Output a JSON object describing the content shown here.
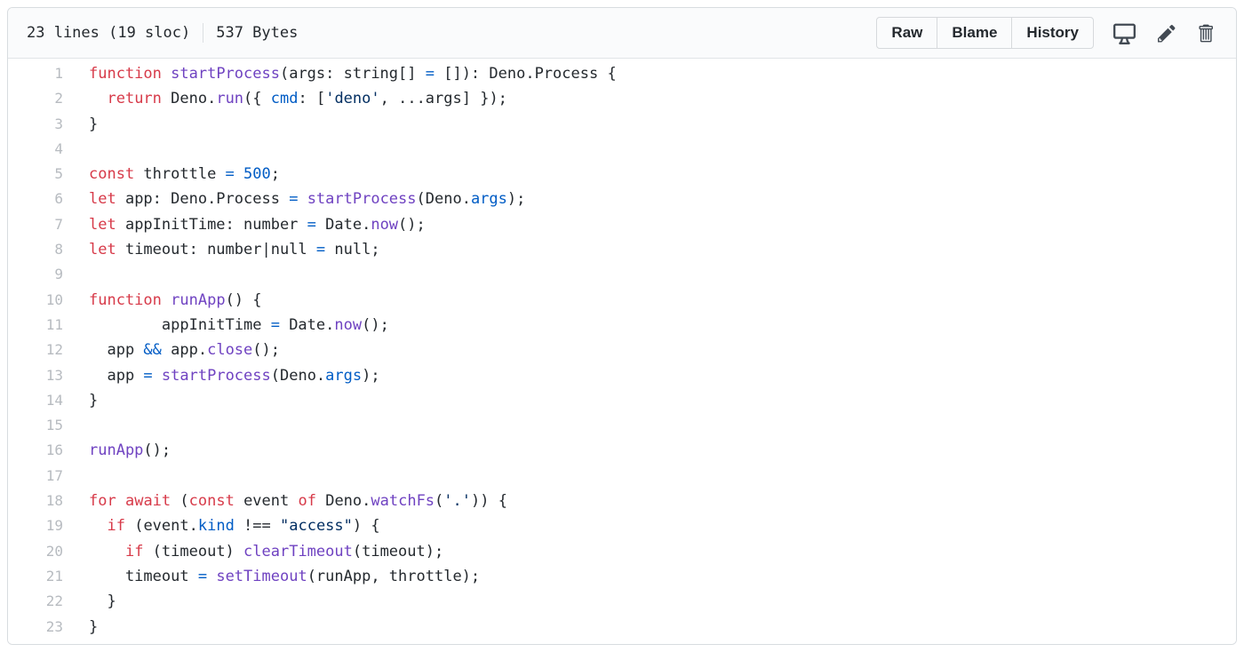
{
  "header": {
    "lines_info": "23 lines (19 sloc)",
    "file_size": "537 Bytes",
    "buttons": [
      {
        "label": "Raw"
      },
      {
        "label": "Blame"
      },
      {
        "label": "History"
      }
    ],
    "icon_buttons": [
      {
        "icon": "display-icon"
      },
      {
        "icon": "pencil-icon"
      },
      {
        "icon": "trash-icon"
      }
    ]
  },
  "colors": {
    "keyword": "#d73a49",
    "function": "#6f42c1",
    "constant": "#005cc5",
    "string": "#032f62",
    "text": "#24292e",
    "line_number": "#b7bbc0",
    "icon": "#424a53",
    "header_bg": "#fafbfc",
    "border": "#e1e4e8"
  },
  "code": {
    "language": "typescript",
    "lines": [
      {
        "n": 1,
        "tokens": [
          [
            "k",
            "function"
          ],
          [
            "p",
            " "
          ],
          [
            "f",
            "startProcess"
          ],
          [
            "p",
            "(args: string[] "
          ],
          [
            "c",
            "="
          ],
          [
            "p",
            " []): Deno.Process {"
          ]
        ]
      },
      {
        "n": 2,
        "tokens": [
          [
            "p",
            "  "
          ],
          [
            "k",
            "return"
          ],
          [
            "p",
            " Deno."
          ],
          [
            "f",
            "run"
          ],
          [
            "p",
            "({ "
          ],
          [
            "c",
            "cmd"
          ],
          [
            "p",
            ": ["
          ],
          [
            "s",
            "'deno'"
          ],
          [
            "p",
            ", ...args] });"
          ]
        ]
      },
      {
        "n": 3,
        "tokens": [
          [
            "p",
            "}"
          ]
        ]
      },
      {
        "n": 4,
        "tokens": []
      },
      {
        "n": 5,
        "tokens": [
          [
            "k",
            "const"
          ],
          [
            "p",
            " throttle "
          ],
          [
            "c",
            "="
          ],
          [
            "p",
            " "
          ],
          [
            "c",
            "500"
          ],
          [
            "p",
            ";"
          ]
        ]
      },
      {
        "n": 6,
        "tokens": [
          [
            "k",
            "let"
          ],
          [
            "p",
            " app: Deno.Process "
          ],
          [
            "c",
            "="
          ],
          [
            "p",
            " "
          ],
          [
            "f",
            "startProcess"
          ],
          [
            "p",
            "(Deno."
          ],
          [
            "c",
            "args"
          ],
          [
            "p",
            ");"
          ]
        ]
      },
      {
        "n": 7,
        "tokens": [
          [
            "k",
            "let"
          ],
          [
            "p",
            " appInitTime: number "
          ],
          [
            "c",
            "="
          ],
          [
            "p",
            " Date."
          ],
          [
            "f",
            "now"
          ],
          [
            "p",
            "();"
          ]
        ]
      },
      {
        "n": 8,
        "tokens": [
          [
            "k",
            "let"
          ],
          [
            "p",
            " timeout: number|null "
          ],
          [
            "c",
            "="
          ],
          [
            "p",
            " null;"
          ]
        ]
      },
      {
        "n": 9,
        "tokens": []
      },
      {
        "n": 10,
        "tokens": [
          [
            "k",
            "function"
          ],
          [
            "p",
            " "
          ],
          [
            "f",
            "runApp"
          ],
          [
            "p",
            "() {"
          ]
        ]
      },
      {
        "n": 11,
        "tokens": [
          [
            "p",
            "        appInitTime "
          ],
          [
            "c",
            "="
          ],
          [
            "p",
            " Date."
          ],
          [
            "f",
            "now"
          ],
          [
            "p",
            "();"
          ]
        ]
      },
      {
        "n": 12,
        "tokens": [
          [
            "p",
            "  app "
          ],
          [
            "c",
            "&&"
          ],
          [
            "p",
            " app."
          ],
          [
            "f",
            "close"
          ],
          [
            "p",
            "();"
          ]
        ]
      },
      {
        "n": 13,
        "tokens": [
          [
            "p",
            "  app "
          ],
          [
            "c",
            "="
          ],
          [
            "p",
            " "
          ],
          [
            "f",
            "startProcess"
          ],
          [
            "p",
            "(Deno."
          ],
          [
            "c",
            "args"
          ],
          [
            "p",
            ");"
          ]
        ]
      },
      {
        "n": 14,
        "tokens": [
          [
            "p",
            "}"
          ]
        ]
      },
      {
        "n": 15,
        "tokens": []
      },
      {
        "n": 16,
        "tokens": [
          [
            "f",
            "runApp"
          ],
          [
            "p",
            "();"
          ]
        ]
      },
      {
        "n": 17,
        "tokens": []
      },
      {
        "n": 18,
        "tokens": [
          [
            "k",
            "for"
          ],
          [
            "p",
            " "
          ],
          [
            "k",
            "await"
          ],
          [
            "p",
            " ("
          ],
          [
            "k",
            "const"
          ],
          [
            "p",
            " event "
          ],
          [
            "k",
            "of"
          ],
          [
            "p",
            " Deno."
          ],
          [
            "f",
            "watchFs"
          ],
          [
            "p",
            "("
          ],
          [
            "s",
            "'.'"
          ],
          [
            "p",
            ")) {"
          ]
        ]
      },
      {
        "n": 19,
        "tokens": [
          [
            "p",
            "  "
          ],
          [
            "k",
            "if"
          ],
          [
            "p",
            " (event."
          ],
          [
            "c",
            "kind"
          ],
          [
            "p",
            " !== "
          ],
          [
            "s",
            "\"access\""
          ],
          [
            "p",
            ") {"
          ]
        ]
      },
      {
        "n": 20,
        "tokens": [
          [
            "p",
            "    "
          ],
          [
            "k",
            "if"
          ],
          [
            "p",
            " (timeout) "
          ],
          [
            "f",
            "clearTimeout"
          ],
          [
            "p",
            "(timeout);"
          ]
        ]
      },
      {
        "n": 21,
        "tokens": [
          [
            "p",
            "    timeout "
          ],
          [
            "c",
            "="
          ],
          [
            "p",
            " "
          ],
          [
            "f",
            "setTimeout"
          ],
          [
            "p",
            "(runApp, throttle);"
          ]
        ]
      },
      {
        "n": 22,
        "tokens": [
          [
            "p",
            "  }"
          ]
        ]
      },
      {
        "n": 23,
        "tokens": [
          [
            "p",
            "}"
          ]
        ]
      }
    ]
  }
}
